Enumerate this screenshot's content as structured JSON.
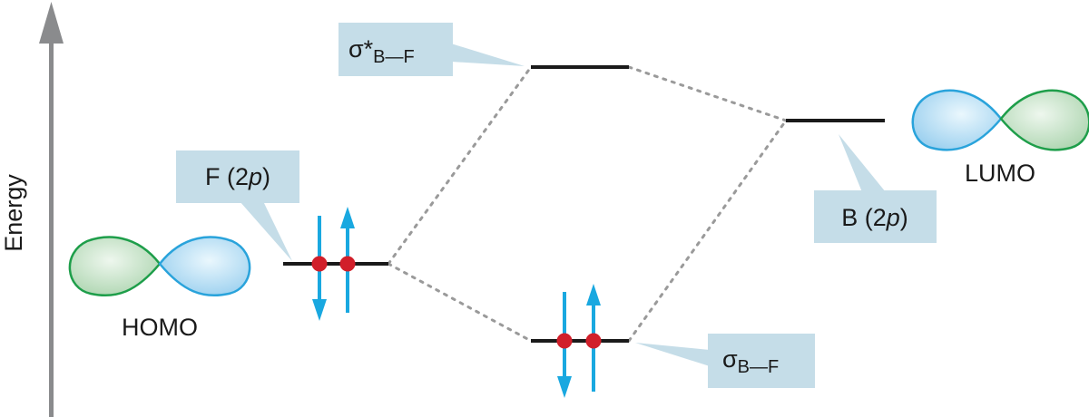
{
  "axis": {
    "label": "Energy"
  },
  "orbitals": {
    "homo": "HOMO",
    "lumo": "LUMO"
  },
  "callouts": {
    "sigma_star": {
      "symbol": "σ*",
      "subscript": "B—F"
    },
    "f2p": {
      "prefix": "F (2",
      "italic": "p",
      "suffix": ")"
    },
    "b2p": {
      "prefix": "B (2",
      "italic": "p",
      "suffix": ")"
    },
    "sigma": {
      "symbol": "σ",
      "subscript": "B—F"
    }
  },
  "colors": {
    "axis": "#8a8b8d",
    "callout_fill": "#c5dde8",
    "level_line": "#1a1a1a",
    "connector": "#9a9a9a",
    "electron_arrow": "#19a8e0",
    "electron_dot": "#d11f2a",
    "lobe_green_fill": "#b5d9b8",
    "lobe_green_stroke": "#1e9e4a",
    "lobe_blue_fill": "#a9d8f2",
    "lobe_blue_stroke": "#29a3db"
  }
}
